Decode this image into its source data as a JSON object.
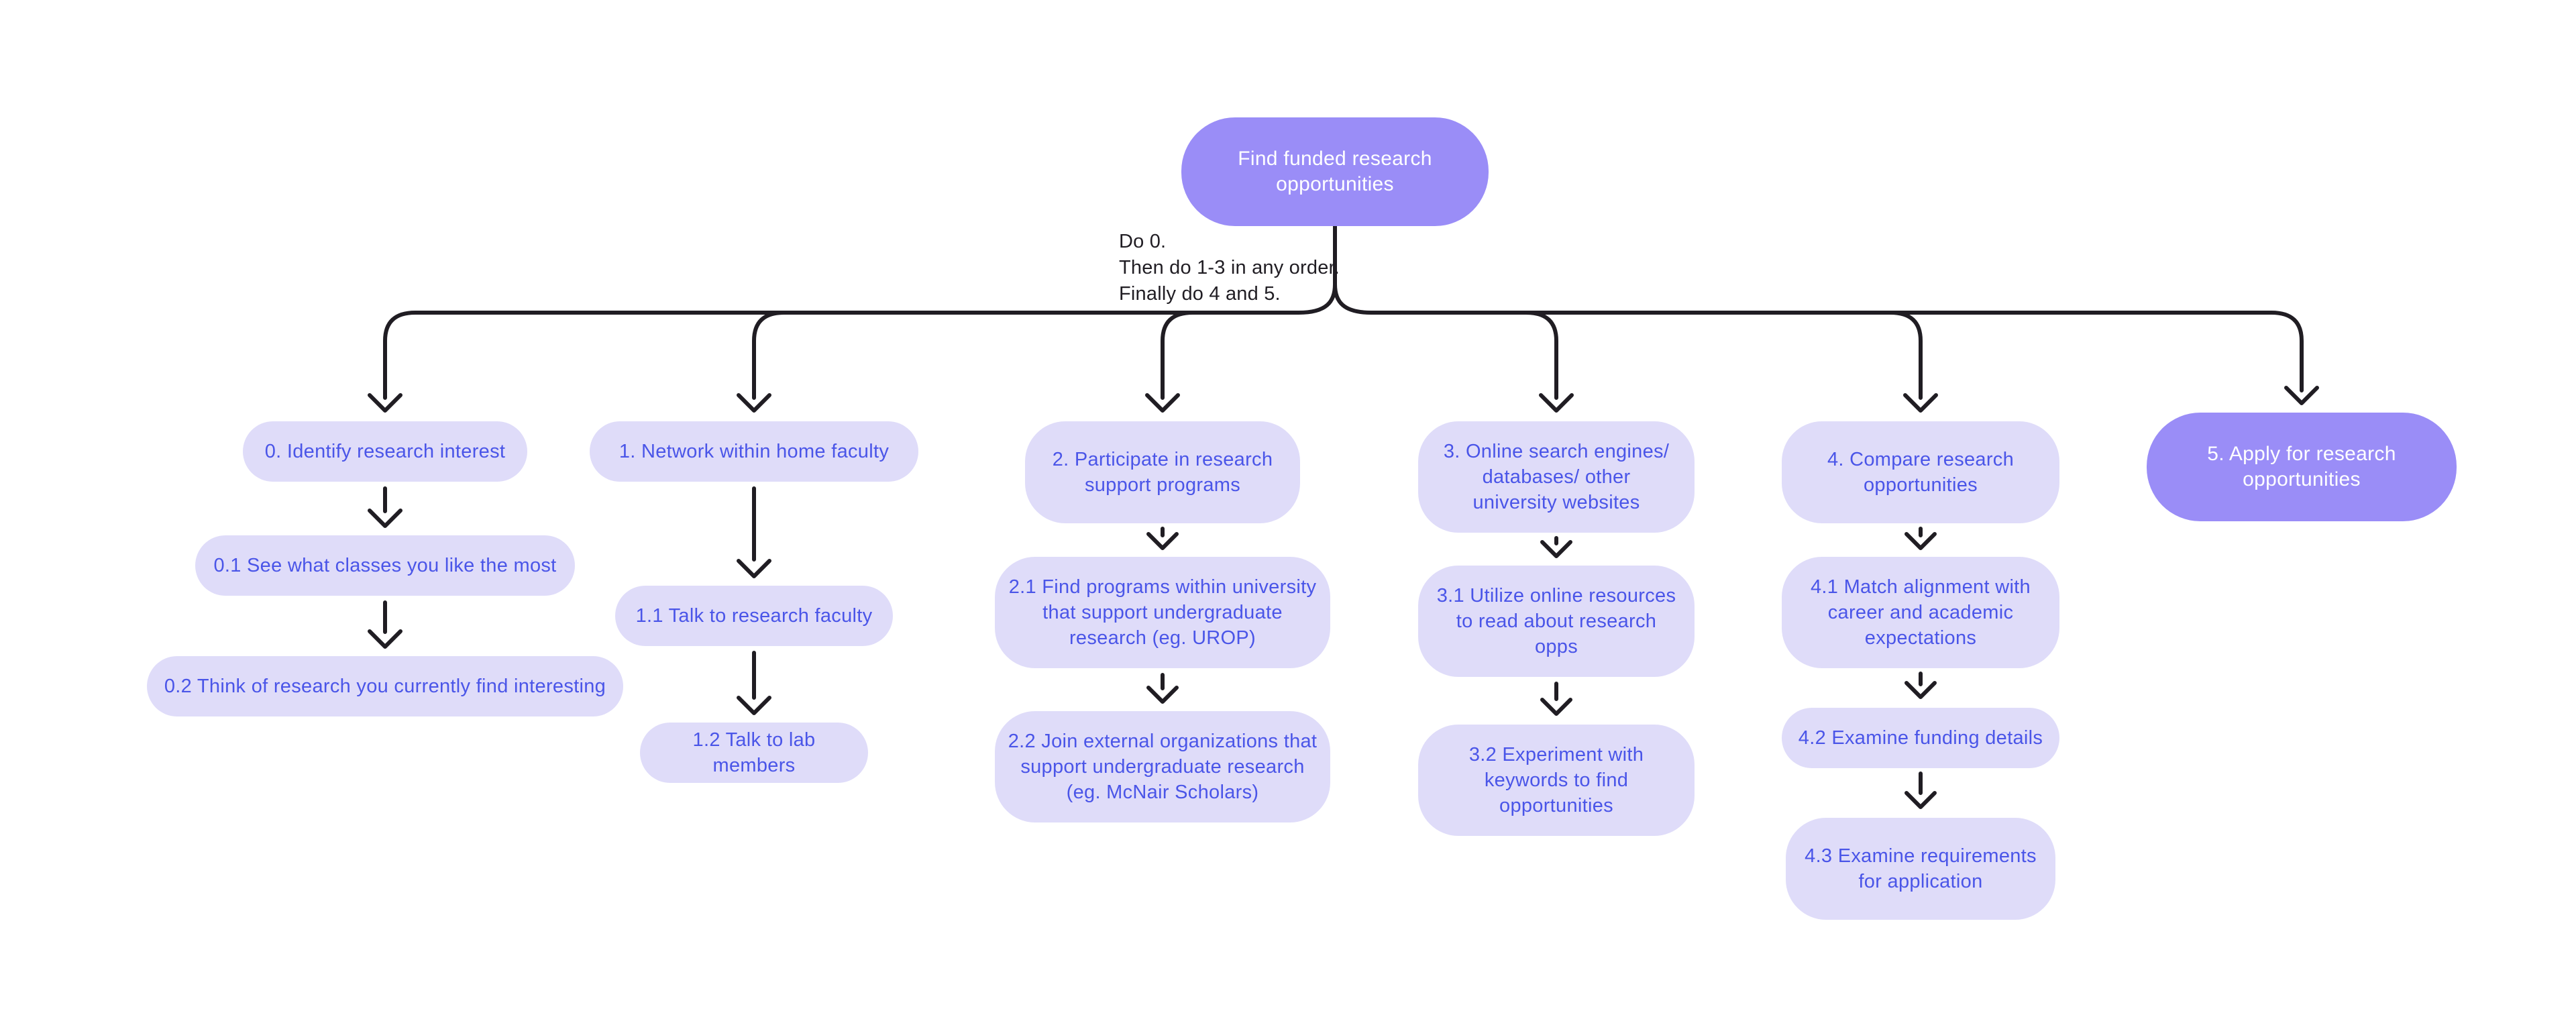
{
  "colors": {
    "accent": "#9a8df7",
    "node-bg": "#dfdcf9",
    "node-text": "#4a55e8",
    "line": "#201d23",
    "root-text": "#ffffff"
  },
  "root": {
    "label": "Find funded research\nopportunities"
  },
  "annotation": {
    "lines": [
      "Do 0.",
      "Then do 1-3 in any order.",
      "Finally do 4 and 5."
    ]
  },
  "columns": [
    {
      "name": "step-0",
      "nodes": [
        "0. Identify research interest",
        "0.1 See what classes you like the most",
        "0.2 Think of research you currently find interesting"
      ]
    },
    {
      "name": "step-1",
      "nodes": [
        "1. Network within home faculty",
        "1.1 Talk to research faculty",
        "1.2 Talk to lab members"
      ]
    },
    {
      "name": "step-2",
      "nodes": [
        "2. Participate in research\nsupport programs",
        "2.1 Find programs within university\nthat support undergraduate\nresearch (eg. UROP)",
        "2.2 Join external organizations that\nsupport undergraduate research\n(eg. McNair Scholars)"
      ]
    },
    {
      "name": "step-3",
      "nodes": [
        "3. Online search engines/\ndatabases/ other\nuniversity websites",
        "3.1 Utilize online resources\nto read about research\nopps",
        "3.2 Experiment with\nkeywords to find\nopportunities"
      ]
    },
    {
      "name": "step-4",
      "nodes": [
        "4. Compare research\nopportunities",
        "4.1 Match alignment with\ncareer and academic\nexpectations",
        "4.2 Examine funding details",
        "4.3 Examine requirements\nfor application"
      ]
    },
    {
      "name": "step-5",
      "nodes": [
        "5. Apply for research\nopportunities"
      ]
    }
  ]
}
